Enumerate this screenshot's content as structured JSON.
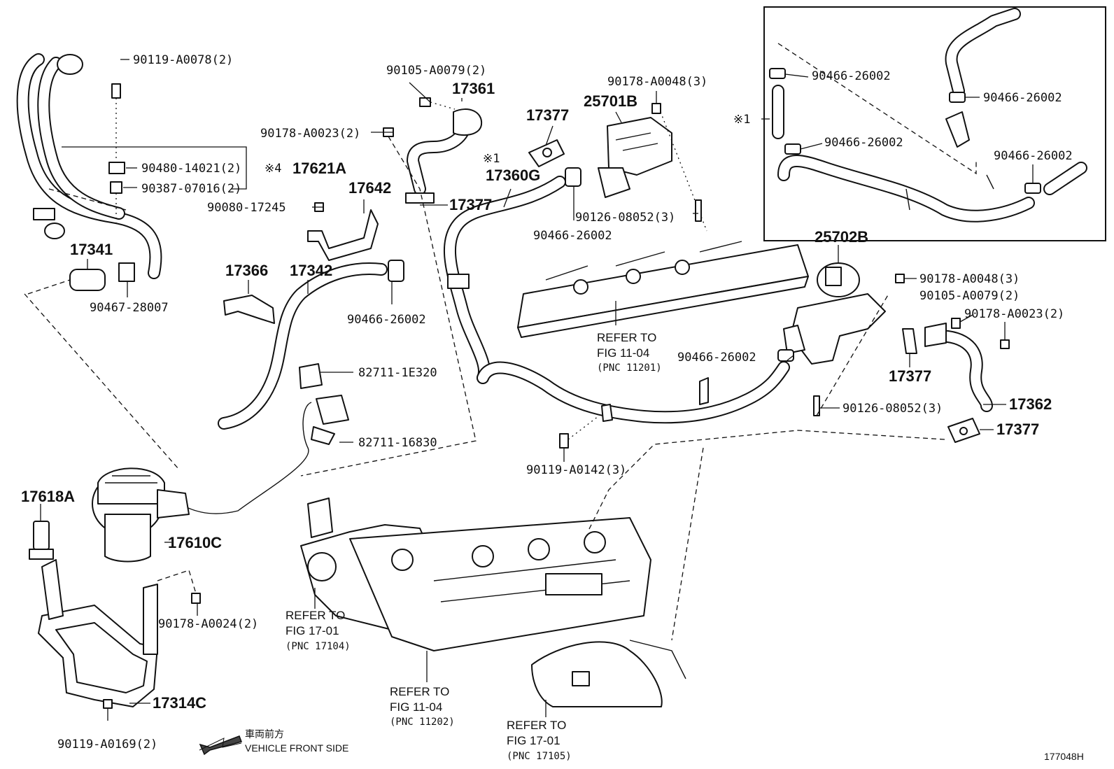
{
  "labels": {
    "l01": "90119-A0078(2)",
    "l02": "90480-14021(2)",
    "l03": "※4",
    "l04": "17621A",
    "l05": "90387-07016(2)",
    "l06": "17341",
    "l07": "90467-28007",
    "l08": "90105-A0079(2)",
    "l09": "17361",
    "l10": "90178-A0023(2)",
    "l11": "90080-17245",
    "l12": "17642",
    "l13": "17377",
    "l14": "17377",
    "l15": "※1",
    "l16": "17360G",
    "l17": "90178-A0048(3)",
    "l18": "25701B",
    "l19": "90126-08052(3)",
    "l20": "90466-26002",
    "l21": "17366",
    "l22": "17342",
    "l23": "90466-26002",
    "l24": "82711-1E320",
    "l25": "82711-16830",
    "l26": "17618A",
    "l27": "17610C",
    "l28": "90178-A0024(2)",
    "l29": "17314C",
    "l30": "90119-A0169(2)",
    "l31": "25702B",
    "l32": "90178-A0048(3)",
    "l33": "90105-A0079(2)",
    "l34": "90178-A0023(2)",
    "l35": "17377",
    "l36": "17362",
    "l37": "17377",
    "l38": "90466-26002",
    "l39": "90126-08052(3)",
    "l40": "90119-A0142(3)",
    "l41": "90466-26002",
    "l42": "90466-26002",
    "l43": "90466-26002",
    "l44": "90466-26002",
    "l45": "※1"
  },
  "references": {
    "r1": {
      "line1": "REFER TO",
      "line2": "FIG 11-04",
      "line3": "(PNC 11201)"
    },
    "r2": {
      "line1": "REFER TO",
      "line2": "FIG 17-01",
      "line3": "(PNC 17104)"
    },
    "r3": {
      "line1": "REFER TO",
      "line2": "FIG 11-04",
      "line3": "(PNC 11202)"
    },
    "r4": {
      "line1": "REFER TO",
      "line2": "FIG 17-01",
      "line3": "(PNC 17105)"
    }
  },
  "direction": {
    "jp": "車両前方",
    "en": "VEHICLE FRONT SIDE"
  },
  "diagram_code": "177048H"
}
